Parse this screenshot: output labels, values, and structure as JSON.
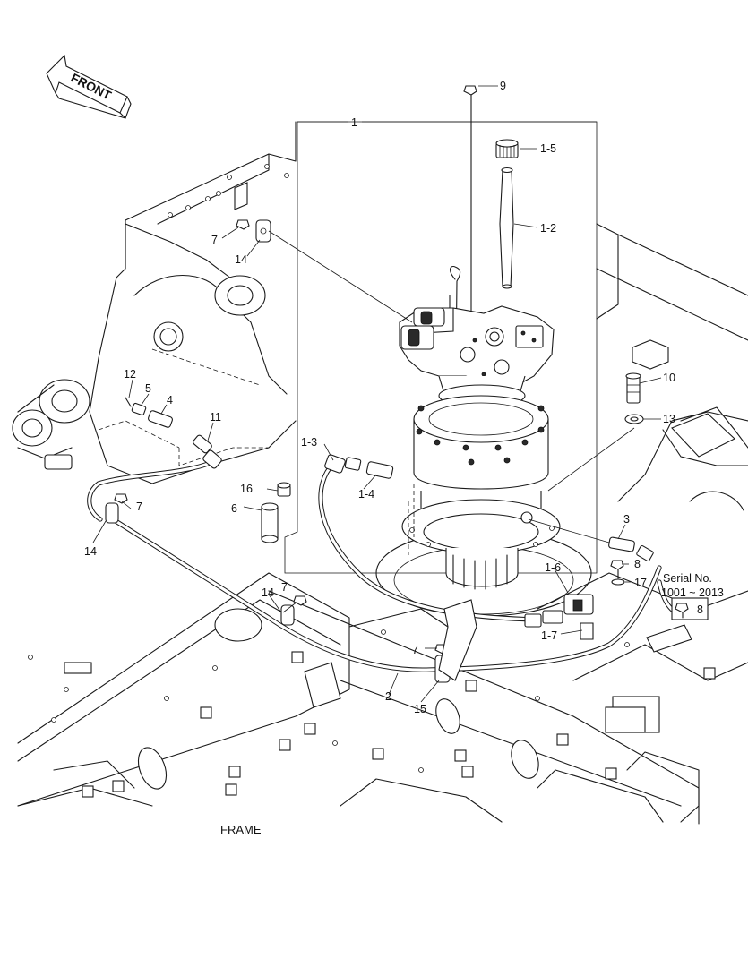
{
  "direction": {
    "label": "FRONT"
  },
  "frame_label": "FRAME",
  "callouts": {
    "c1": "1",
    "c1_2": "1-2",
    "c1_3": "1-3",
    "c1_4": "1-4",
    "c1_5": "1-5",
    "c1_6": "1-6",
    "c1_7": "1-7",
    "c2": "2",
    "c3": "3",
    "c4": "4",
    "c5": "5",
    "c6": "6",
    "c7a": "7",
    "c7b": "7",
    "c7c": "7",
    "c7d": "7",
    "c8a": "8",
    "c8b": "8",
    "c9": "9",
    "c10": "10",
    "c11": "11",
    "c12": "12",
    "c13": "13",
    "c14a": "14",
    "c14b": "14",
    "c14c": "14",
    "c15": "15",
    "c16": "16",
    "c17": "17"
  },
  "serial_note": {
    "line1": "Serial No.",
    "line2": "1001 ~ 2013"
  }
}
